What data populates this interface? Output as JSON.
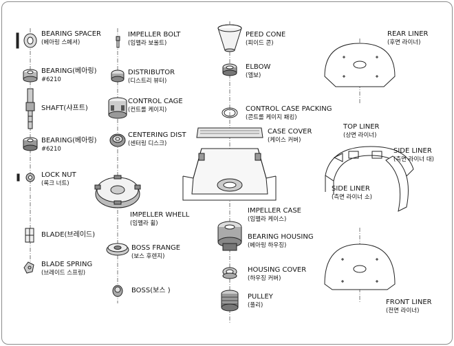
{
  "parts": {
    "bearing_spacer": {
      "name": "BEARING SPACER",
      "ko": "(베아링 스페셔)"
    },
    "bearing1": {
      "name": "BEARING(베아링)",
      "sub": "#6210"
    },
    "shaft": {
      "name": "SHAFT(샤프트)"
    },
    "bearing2": {
      "name": "BEARING(베아링)",
      "sub": "#6210"
    },
    "lock_nut": {
      "name": "LOCK NUT",
      "ko": "(록크 너트)"
    },
    "blade": {
      "name": "BLADE(브레이드)"
    },
    "blade_spring": {
      "name": "BLADE SPRING",
      "ko": "(브레이드 스프링)"
    },
    "impeller_bolt": {
      "name": "IMPELLER BOLT",
      "ko": "(임펠라 보울트)"
    },
    "distributor": {
      "name": "DISTRIBUTOR",
      "ko": "(디스트리 뷰터)"
    },
    "control_cage": {
      "name": "CONTROL CAGE",
      "ko": "(컨트롤 케이지)"
    },
    "centering_dist": {
      "name": "CENTERING DIST",
      "ko": "(센터링 디스크)"
    },
    "impeller_whell": {
      "name": "IMPELLER WHELL",
      "ko": "(임펠라 휠)"
    },
    "boss_frange": {
      "name": "BOSS FRANGE",
      "ko": "(보스 후렌지)"
    },
    "boss": {
      "name": "BOSS(보스 )"
    },
    "peed_cone": {
      "name": "PEED CONE",
      "ko": "(피이드 콘)"
    },
    "elbow": {
      "name": "ELBOW",
      "ko": "(엘보)"
    },
    "control_case_packing": {
      "name": "CONTROL CASE PACKING",
      "ko": "(콘트롤 케이지 패킹)"
    },
    "case_cover": {
      "name": "CASE COVER",
      "ko": "(케이스 커버)"
    },
    "impeller_case": {
      "name": "IMPELLER CASE",
      "ko": "(임펠라 케이스)"
    },
    "bearing_housing": {
      "name": "BEARING HOUSING",
      "ko": "(베아링 하우징)"
    },
    "housing_cover": {
      "name": "HOUSING COVER",
      "ko": "(하우징 커버)"
    },
    "pulley": {
      "name": "PULLEY",
      "ko": "(풀리)"
    },
    "rear_liner": {
      "name": "REAR LINER",
      "ko": "(후면 라이너)"
    },
    "top_liner": {
      "name": "TOP LINER",
      "ko": "(상면 라이너)"
    },
    "side_liner_large": {
      "name": "SIDE LINER",
      "ko": "(측면 라이너 대)"
    },
    "side_liner_small": {
      "name": "SIDE LINER",
      "ko": "(측면 라이너 소)"
    },
    "front_liner": {
      "name": "FRONT LINER",
      "ko": "(전면 라이너)"
    }
  }
}
